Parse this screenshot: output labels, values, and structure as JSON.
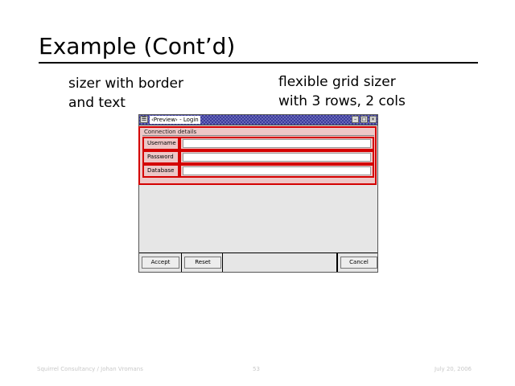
{
  "slide": {
    "title": "Example (Cont’d)",
    "annotation_left": [
      "sizer with border",
      "and text"
    ],
    "annotation_right": [
      "flexible grid sizer",
      "with 3 rows, 2 cols"
    ]
  },
  "window": {
    "title": "‹Preview› - Login",
    "icons": {
      "menu": "window-menu-icon",
      "minimize": "minimize-icon",
      "maximize": "maximize-icon",
      "close": "close-icon"
    },
    "group_label": "Connection details",
    "fields": [
      {
        "label": "Username",
        "value": ""
      },
      {
        "label": "Password",
        "value": ""
      },
      {
        "label": "Database",
        "value": ""
      }
    ],
    "buttons": {
      "accept": "Accept",
      "reset": "Reset",
      "cancel": "Cancel"
    }
  },
  "colors": {
    "highlight": "#d40000",
    "titlebar": "#4a4aa8"
  },
  "footer": {
    "left": "Squirrel Consultancy / Johan Vromans",
    "center": "53",
    "right": "July 20, 2006"
  }
}
